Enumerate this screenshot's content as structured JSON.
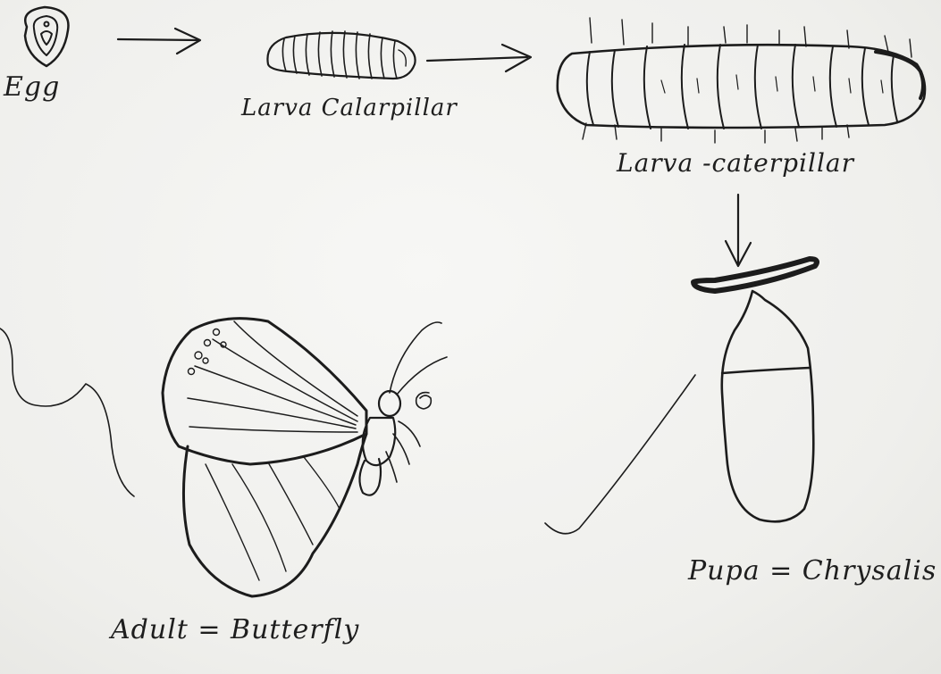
{
  "labels": {
    "egg": "Egg",
    "larva_small": "Larva Calarpillar",
    "larva_large": "Larva -caterpillar",
    "pupa": "Pupa = Chrysalis",
    "adult": "Adult = Butterfly"
  },
  "ink_color": "#1c1c1c",
  "paper_color": "#f1f1ef"
}
